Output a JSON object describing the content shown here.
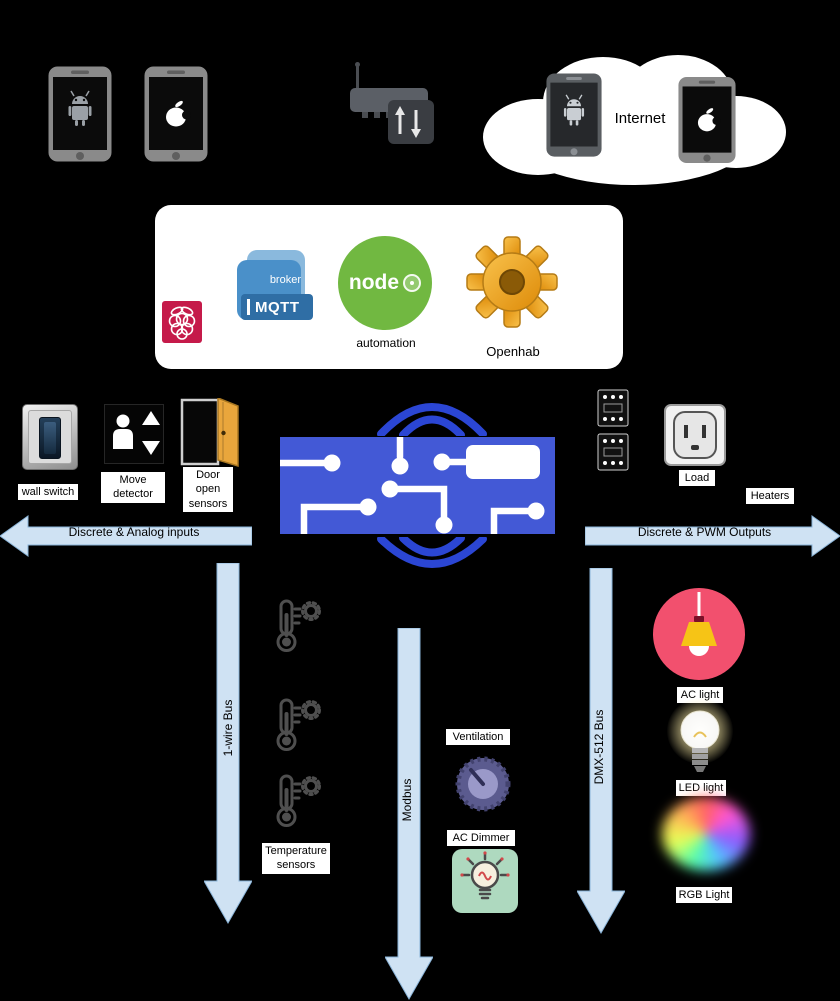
{
  "cloud": {
    "label": "Internet"
  },
  "stack": {
    "mqtt": {
      "broker_label": "broker",
      "name": "MQTT"
    },
    "node_red": {
      "name": "node",
      "caption": "automation"
    },
    "openhab": {
      "caption": "Openhab"
    }
  },
  "inputs": {
    "wall_switch_label": "wall switch",
    "move_detector_label": "Move detector",
    "door_sensors_label": "Door open sensors",
    "bus_label": "Discrete & Analog inputs",
    "onewire": {
      "bus_label": "1-wire Bus",
      "sensors_label": "Temperature sensors"
    }
  },
  "outputs": {
    "bus_label": "Discrete & PWM Outputs",
    "load_label": "Load",
    "heaters_label": "Heaters",
    "modbus": {
      "bus_label": "Modbus",
      "ventilation_label": "Ventilation",
      "ac_dimmer_label": "AC Dimmer"
    },
    "dmx": {
      "bus_label": "DMX-512 Bus",
      "ac_light_label": "AC light",
      "led_light_label": "LED light",
      "rgb_light_label": "RGB Light"
    }
  },
  "colors": {
    "background": "#000000",
    "arrow_fill": "#cfe2f3",
    "board_blue": "#4359d6",
    "wifi_blue": "#2b46d4",
    "node_green": "#71b841",
    "mqtt_blue": "#4a90c9",
    "raspberry_crimson": "#c51a4a",
    "openhab_orange": "#eda323",
    "ac_light_pink": "#f2506e",
    "dimmer_mint": "#aed9bf"
  },
  "icons": {
    "android-phone-icon": "android smartphone",
    "iphone-icon": "apple smartphone",
    "router-icon": "router with ethernet switch",
    "internet-cloud": "cloud shape",
    "raspberry-pi-icon": "raspberry pi logo tile",
    "mqtt-broker-icon": "blue broker badge",
    "node-red-icon": "green circle logo",
    "openhab-gear-icon": "orange gear",
    "controller-board-icon": "blue PCB with white traces",
    "wifi-waves-icon": "blue radio arcs",
    "wall-switch-icon": "rocker wall switch",
    "move-detector-icon": "motion detector tile",
    "door-sensor-icon": "open door",
    "din-relay-icon": "DIN rail modules",
    "outlet-icon": "power outlet",
    "thermometer-icon": "thermometer with gear",
    "ventilation-knob-icon": "rotary knob",
    "dimmer-bulb-icon": "bulb on mint tile",
    "ac-light-icon": "pendant lamp on pink disc",
    "led-light-icon": "glowing bulb",
    "rgb-light-icon": "rainbow blur disc"
  }
}
